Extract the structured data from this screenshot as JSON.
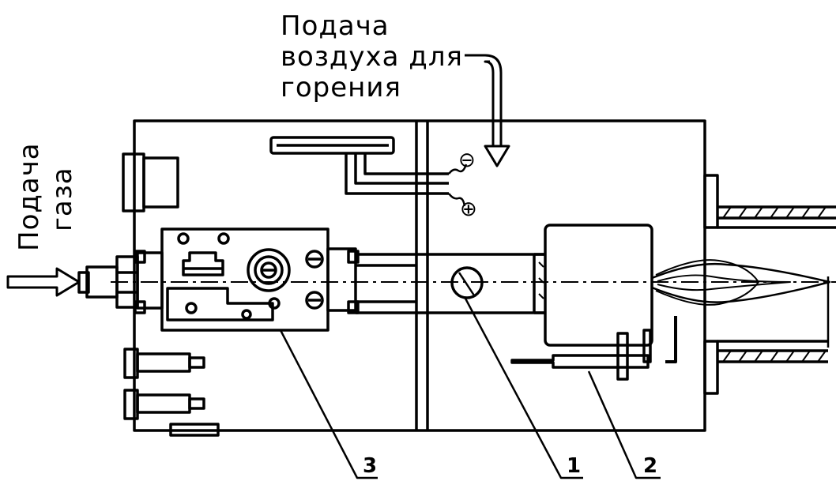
{
  "air_label": [
    "Подача",
    "воздуха для",
    "горения"
  ],
  "gas_label": [
    "Подача",
    "газа"
  ],
  "callouts": [
    "3",
    "1",
    "2"
  ],
  "symbols": {
    "minus": "⊖",
    "plus": "⊕"
  },
  "colors": {
    "ink": "#000000",
    "paper": "#ffffff"
  }
}
